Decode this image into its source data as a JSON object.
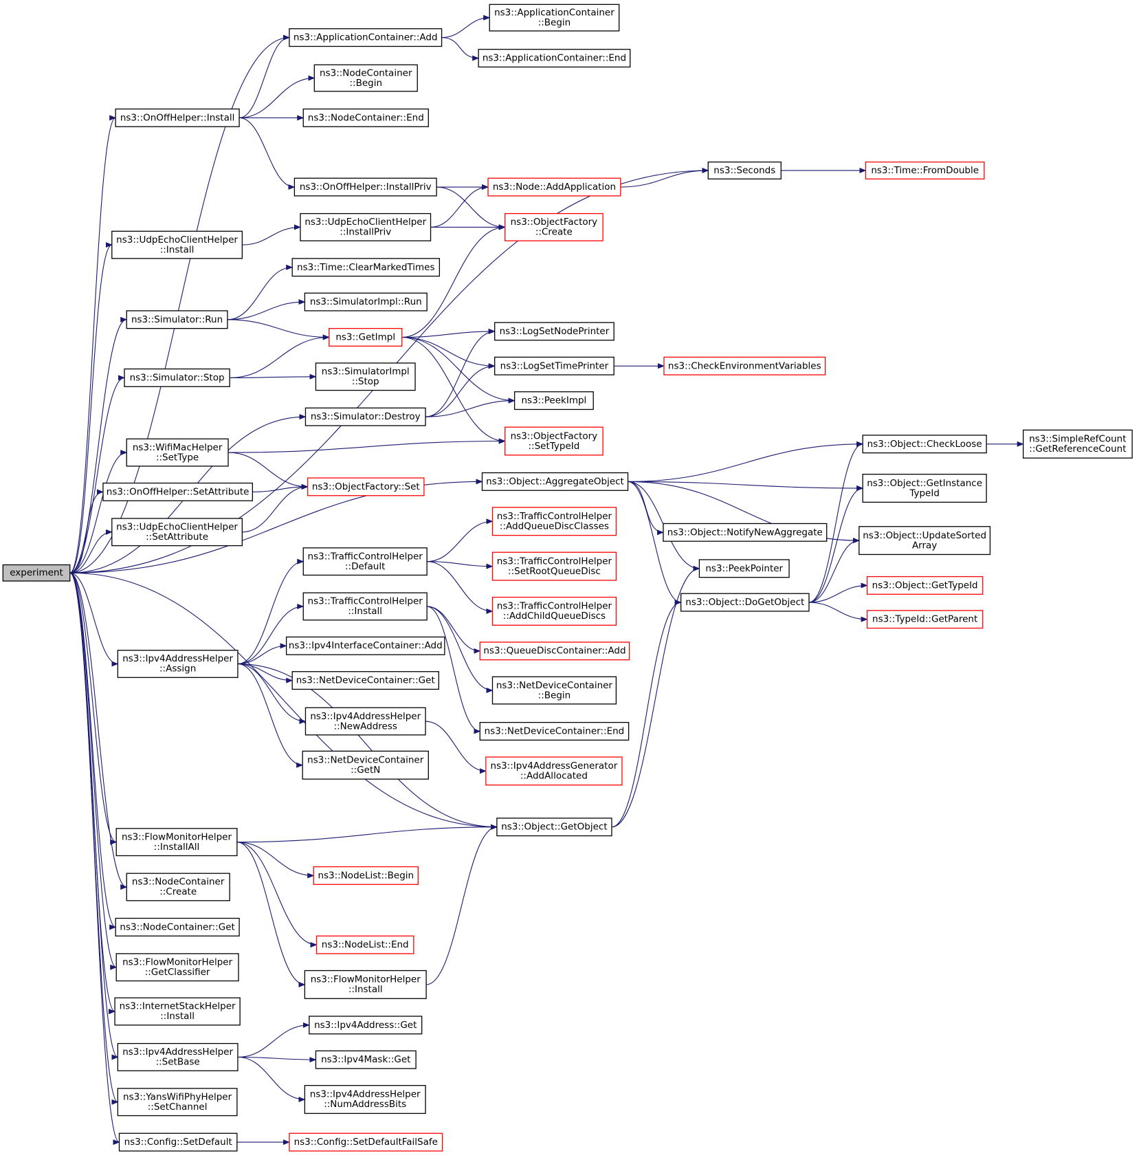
{
  "colors": {
    "edge": "#191970",
    "node_border": "#000000",
    "node_border_truncated": "#ff0000",
    "node_fill": "#ffffff",
    "root_fill": "#bfbfbf"
  },
  "nodes": {
    "experiment": {
      "lines": [
        "experiment"
      ],
      "truncated": false,
      "root": true
    },
    "appAdd": {
      "lines": [
        "ns3::ApplicationContainer::Add"
      ],
      "truncated": false
    },
    "appBegin": {
      "lines": [
        "ns3::ApplicationContainer",
        "::Begin"
      ],
      "truncated": false
    },
    "appEnd": {
      "lines": [
        "ns3::ApplicationContainer::End"
      ],
      "truncated": false
    },
    "ncBegin": {
      "lines": [
        "ns3::NodeContainer",
        "::Begin"
      ],
      "truncated": false
    },
    "onoffInstall": {
      "lines": [
        "ns3::OnOffHelper::Install"
      ],
      "truncated": false
    },
    "ncEnd": {
      "lines": [
        "ns3::NodeContainer::End"
      ],
      "truncated": false
    },
    "seconds": {
      "lines": [
        "ns3::Seconds"
      ],
      "truncated": false
    },
    "fromDouble": {
      "lines": [
        "ns3::Time::FromDouble"
      ],
      "truncated": true
    },
    "onoffInstallPriv": {
      "lines": [
        "ns3::OnOffHelper::InstallPriv"
      ],
      "truncated": false
    },
    "nodeAddApp": {
      "lines": [
        "ns3::Node::AddApplication"
      ],
      "truncated": true
    },
    "udpInstallPriv": {
      "lines": [
        "ns3::UdpEchoClientHelper",
        "::InstallPriv"
      ],
      "truncated": false
    },
    "ofCreate": {
      "lines": [
        "ns3::ObjectFactory",
        "::Create"
      ],
      "truncated": true
    },
    "udpInstall": {
      "lines": [
        "ns3::UdpEchoClientHelper",
        "::Install"
      ],
      "truncated": false
    },
    "clearMarked": {
      "lines": [
        "ns3::Time::ClearMarkedTimes"
      ],
      "truncated": false
    },
    "simImplRun": {
      "lines": [
        "ns3::SimulatorImpl::Run"
      ],
      "truncated": false
    },
    "simRun": {
      "lines": [
        "ns3::Simulator::Run"
      ],
      "truncated": false
    },
    "getImpl": {
      "lines": [
        "ns3::GetImpl"
      ],
      "truncated": true
    },
    "logSetNode": {
      "lines": [
        "ns3::LogSetNodePrinter"
      ],
      "truncated": false
    },
    "logSetTime": {
      "lines": [
        "ns3::LogSetTimePrinter"
      ],
      "truncated": false
    },
    "checkEnv": {
      "lines": [
        "ns3::CheckEnvironmentVariables"
      ],
      "truncated": true
    },
    "simStop": {
      "lines": [
        "ns3::Simulator::Stop"
      ],
      "truncated": false
    },
    "simImplStop": {
      "lines": [
        "ns3::SimulatorImpl",
        "::Stop"
      ],
      "truncated": false
    },
    "peekImpl": {
      "lines": [
        "ns3::PeekImpl"
      ],
      "truncated": false
    },
    "simDestroy": {
      "lines": [
        "ns3::Simulator::Destroy"
      ],
      "truncated": false
    },
    "ofSetTypeId": {
      "lines": [
        "ns3::ObjectFactory",
        "::SetTypeId"
      ],
      "truncated": true
    },
    "wifiSetType": {
      "lines": [
        "ns3::WifiMacHelper",
        "::SetType"
      ],
      "truncated": false
    },
    "checkLoose": {
      "lines": [
        "ns3::Object::CheckLoose"
      ],
      "truncated": false
    },
    "getRefCount": {
      "lines": [
        "ns3::SimpleRefCount",
        "::GetReferenceCount"
      ],
      "truncated": false
    },
    "aggObj": {
      "lines": [
        "ns3::Object::AggregateObject"
      ],
      "truncated": false
    },
    "getInstTypeId": {
      "lines": [
        "ns3::Object::GetInstance",
        "TypeId"
      ],
      "truncated": false
    },
    "onoffSetAttr": {
      "lines": [
        "ns3::OnOffHelper::SetAttribute"
      ],
      "truncated": false
    },
    "ofSet": {
      "lines": [
        "ns3::ObjectFactory::Set"
      ],
      "truncated": true
    },
    "tchAddQDC": {
      "lines": [
        "ns3::TrafficControlHelper",
        "::AddQueueDiscClasses"
      ],
      "truncated": true
    },
    "udpSetAttr": {
      "lines": [
        "ns3::UdpEchoClientHelper",
        "::SetAttribute"
      ],
      "truncated": false
    },
    "notifyNewAgg": {
      "lines": [
        "ns3::Object::NotifyNewAggregate"
      ],
      "truncated": false
    },
    "updSorted": {
      "lines": [
        "ns3::Object::UpdateSorted",
        "Array"
      ],
      "truncated": false
    },
    "tchDefault": {
      "lines": [
        "ns3::TrafficControlHelper",
        "::Default"
      ],
      "truncated": false
    },
    "tchSetRoot": {
      "lines": [
        "ns3::TrafficControlHelper",
        "::SetRootQueueDisc"
      ],
      "truncated": true
    },
    "peekPointer": {
      "lines": [
        "ns3::PeekPointer"
      ],
      "truncated": false
    },
    "getTypeId": {
      "lines": [
        "ns3::Object::GetTypeId"
      ],
      "truncated": true
    },
    "tchInstall": {
      "lines": [
        "ns3::TrafficControlHelper",
        "::Install"
      ],
      "truncated": false
    },
    "tchAddChild": {
      "lines": [
        "ns3::TrafficControlHelper",
        "::AddChildQueueDiscs"
      ],
      "truncated": true
    },
    "doGetObject": {
      "lines": [
        "ns3::Object::DoGetObject"
      ],
      "truncated": false
    },
    "typeIdGetParent": {
      "lines": [
        "ns3::TypeId::GetParent"
      ],
      "truncated": true
    },
    "qdcAdd": {
      "lines": [
        "ns3::QueueDiscContainer::Add"
      ],
      "truncated": true
    },
    "ipv4Assign": {
      "lines": [
        "ns3::Ipv4AddressHelper",
        "::Assign"
      ],
      "truncated": false
    },
    "ipv4IfcAdd": {
      "lines": [
        "ns3::Ipv4InterfaceContainer::Add"
      ],
      "truncated": false
    },
    "ndcGet": {
      "lines": [
        "ns3::NetDeviceContainer::Get"
      ],
      "truncated": false
    },
    "ndcBegin": {
      "lines": [
        "ns3::NetDeviceContainer",
        "::Begin"
      ],
      "truncated": false
    },
    "ipv4NewAddr": {
      "lines": [
        "ns3::Ipv4AddressHelper",
        "::NewAddress"
      ],
      "truncated": false
    },
    "ndcEnd": {
      "lines": [
        "ns3::NetDeviceContainer::End"
      ],
      "truncated": false
    },
    "ndcGetN": {
      "lines": [
        "ns3::NetDeviceContainer",
        "::GetN"
      ],
      "truncated": false
    },
    "ipv4GenAlloc": {
      "lines": [
        "ns3::Ipv4AddressGenerator",
        "::AddAllocated"
      ],
      "truncated": true
    },
    "objGetObject": {
      "lines": [
        "ns3::Object::GetObject"
      ],
      "truncated": false
    },
    "fmInstallAll": {
      "lines": [
        "ns3::FlowMonitorHelper",
        "::InstallAll"
      ],
      "truncated": false
    },
    "nlBegin": {
      "lines": [
        "ns3::NodeList::Begin"
      ],
      "truncated": true
    },
    "ncCreate": {
      "lines": [
        "ns3::NodeContainer",
        "::Create"
      ],
      "truncated": false
    },
    "ncGet": {
      "lines": [
        "ns3::NodeContainer::Get"
      ],
      "truncated": false
    },
    "nlEnd": {
      "lines": [
        "ns3::NodeList::End"
      ],
      "truncated": true
    },
    "fmGetClassifier": {
      "lines": [
        "ns3::FlowMonitorHelper",
        "::GetClassifier"
      ],
      "truncated": false
    },
    "fmInstall": {
      "lines": [
        "ns3::FlowMonitorHelper",
        "::Install"
      ],
      "truncated": false
    },
    "ishInstall": {
      "lines": [
        "ns3::InternetStackHelper",
        "::Install"
      ],
      "truncated": false
    },
    "ipv4AddrGet": {
      "lines": [
        "ns3::Ipv4Address::Get"
      ],
      "truncated": false
    },
    "ipv4SetBase": {
      "lines": [
        "ns3::Ipv4AddressHelper",
        "::SetBase"
      ],
      "truncated": false
    },
    "ipv4MaskGet": {
      "lines": [
        "ns3::Ipv4Mask::Get"
      ],
      "truncated": false
    },
    "ipv4NumBits": {
      "lines": [
        "ns3::Ipv4AddressHelper",
        "::NumAddressBits"
      ],
      "truncated": false
    },
    "yansSetChannel": {
      "lines": [
        "ns3::YansWifiPhyHelper",
        "::SetChannel"
      ],
      "truncated": false
    },
    "cfgSetDefault": {
      "lines": [
        "ns3::Config::SetDefault"
      ],
      "truncated": false
    },
    "cfgFailSafe": {
      "lines": [
        "ns3::Config::SetDefaultFailSafe"
      ],
      "truncated": true
    }
  },
  "edges": [
    [
      "experiment",
      "appAdd"
    ],
    [
      "experiment",
      "onoffInstall"
    ],
    [
      "experiment",
      "seconds"
    ],
    [
      "experiment",
      "udpInstall"
    ],
    [
      "experiment",
      "simRun"
    ],
    [
      "experiment",
      "simStop"
    ],
    [
      "experiment",
      "simDestroy"
    ],
    [
      "experiment",
      "wifiSetType"
    ],
    [
      "experiment",
      "onoffSetAttr"
    ],
    [
      "experiment",
      "udpSetAttr"
    ],
    [
      "experiment",
      "aggObj"
    ],
    [
      "experiment",
      "ipv4Assign"
    ],
    [
      "experiment",
      "objGetObject"
    ],
    [
      "experiment",
      "fmInstallAll"
    ],
    [
      "experiment",
      "ncCreate"
    ],
    [
      "experiment",
      "ncGet"
    ],
    [
      "experiment",
      "fmGetClassifier"
    ],
    [
      "experiment",
      "ishInstall"
    ],
    [
      "experiment",
      "ipv4SetBase"
    ],
    [
      "experiment",
      "yansSetChannel"
    ],
    [
      "experiment",
      "cfgSetDefault"
    ],
    [
      "appAdd",
      "appBegin"
    ],
    [
      "appAdd",
      "appEnd"
    ],
    [
      "onoffInstall",
      "appAdd"
    ],
    [
      "onoffInstall",
      "ncBegin"
    ],
    [
      "onoffInstall",
      "ncEnd"
    ],
    [
      "onoffInstall",
      "onoffInstallPriv"
    ],
    [
      "seconds",
      "fromDouble"
    ],
    [
      "onoffInstallPriv",
      "nodeAddApp"
    ],
    [
      "onoffInstallPriv",
      "ofCreate"
    ],
    [
      "nodeAddApp",
      "seconds"
    ],
    [
      "udpInstallPriv",
      "nodeAddApp"
    ],
    [
      "udpInstallPriv",
      "ofCreate"
    ],
    [
      "udpInstall",
      "udpInstallPriv"
    ],
    [
      "simRun",
      "clearMarked"
    ],
    [
      "simRun",
      "simImplRun"
    ],
    [
      "simRun",
      "getImpl"
    ],
    [
      "getImpl",
      "ofCreate"
    ],
    [
      "getImpl",
      "logSetNode"
    ],
    [
      "getImpl",
      "logSetTime"
    ],
    [
      "getImpl",
      "peekImpl"
    ],
    [
      "getImpl",
      "ofSetTypeId"
    ],
    [
      "logSetTime",
      "checkEnv"
    ],
    [
      "simStop",
      "getImpl"
    ],
    [
      "simStop",
      "simImplStop"
    ],
    [
      "simDestroy",
      "logSetNode"
    ],
    [
      "simDestroy",
      "logSetTime"
    ],
    [
      "simDestroy",
      "peekImpl"
    ],
    [
      "wifiSetType",
      "ofSetTypeId"
    ],
    [
      "wifiSetType",
      "ofSet"
    ],
    [
      "onoffSetAttr",
      "ofSet"
    ],
    [
      "udpSetAttr",
      "ofSet"
    ],
    [
      "aggObj",
      "checkLoose"
    ],
    [
      "aggObj",
      "getInstTypeId"
    ],
    [
      "aggObj",
      "notifyNewAgg"
    ],
    [
      "aggObj",
      "updSorted"
    ],
    [
      "aggObj",
      "peekPointer"
    ],
    [
      "aggObj",
      "doGetObject"
    ],
    [
      "checkLoose",
      "getRefCount"
    ],
    [
      "doGetObject",
      "checkLoose"
    ],
    [
      "doGetObject",
      "getInstTypeId"
    ],
    [
      "doGetObject",
      "updSorted"
    ],
    [
      "doGetObject",
      "getTypeId"
    ],
    [
      "doGetObject",
      "typeIdGetParent"
    ],
    [
      "tchDefault",
      "tchAddQDC"
    ],
    [
      "tchDefault",
      "tchSetRoot"
    ],
    [
      "tchDefault",
      "tchAddChild"
    ],
    [
      "tchInstall",
      "qdcAdd"
    ],
    [
      "tchInstall",
      "ndcBegin"
    ],
    [
      "tchInstall",
      "ndcEnd"
    ],
    [
      "ipv4Assign",
      "tchDefault"
    ],
    [
      "ipv4Assign",
      "tchInstall"
    ],
    [
      "ipv4Assign",
      "ipv4IfcAdd"
    ],
    [
      "ipv4Assign",
      "ndcGet"
    ],
    [
      "ipv4Assign",
      "ipv4NewAddr"
    ],
    [
      "ipv4Assign",
      "ndcGetN"
    ],
    [
      "ipv4Assign",
      "objGetObject"
    ],
    [
      "ipv4NewAddr",
      "ipv4GenAlloc"
    ],
    [
      "objGetObject",
      "peekPointer"
    ],
    [
      "objGetObject",
      "doGetObject"
    ],
    [
      "fmInstallAll",
      "nlBegin"
    ],
    [
      "fmInstallAll",
      "objGetObject"
    ],
    [
      "fmInstallAll",
      "nlEnd"
    ],
    [
      "fmInstallAll",
      "fmInstall"
    ],
    [
      "fmInstall",
      "objGetObject"
    ],
    [
      "ipv4SetBase",
      "ipv4AddrGet"
    ],
    [
      "ipv4SetBase",
      "ipv4MaskGet"
    ],
    [
      "ipv4SetBase",
      "ipv4NumBits"
    ],
    [
      "cfgSetDefault",
      "cfgFailSafe"
    ]
  ]
}
